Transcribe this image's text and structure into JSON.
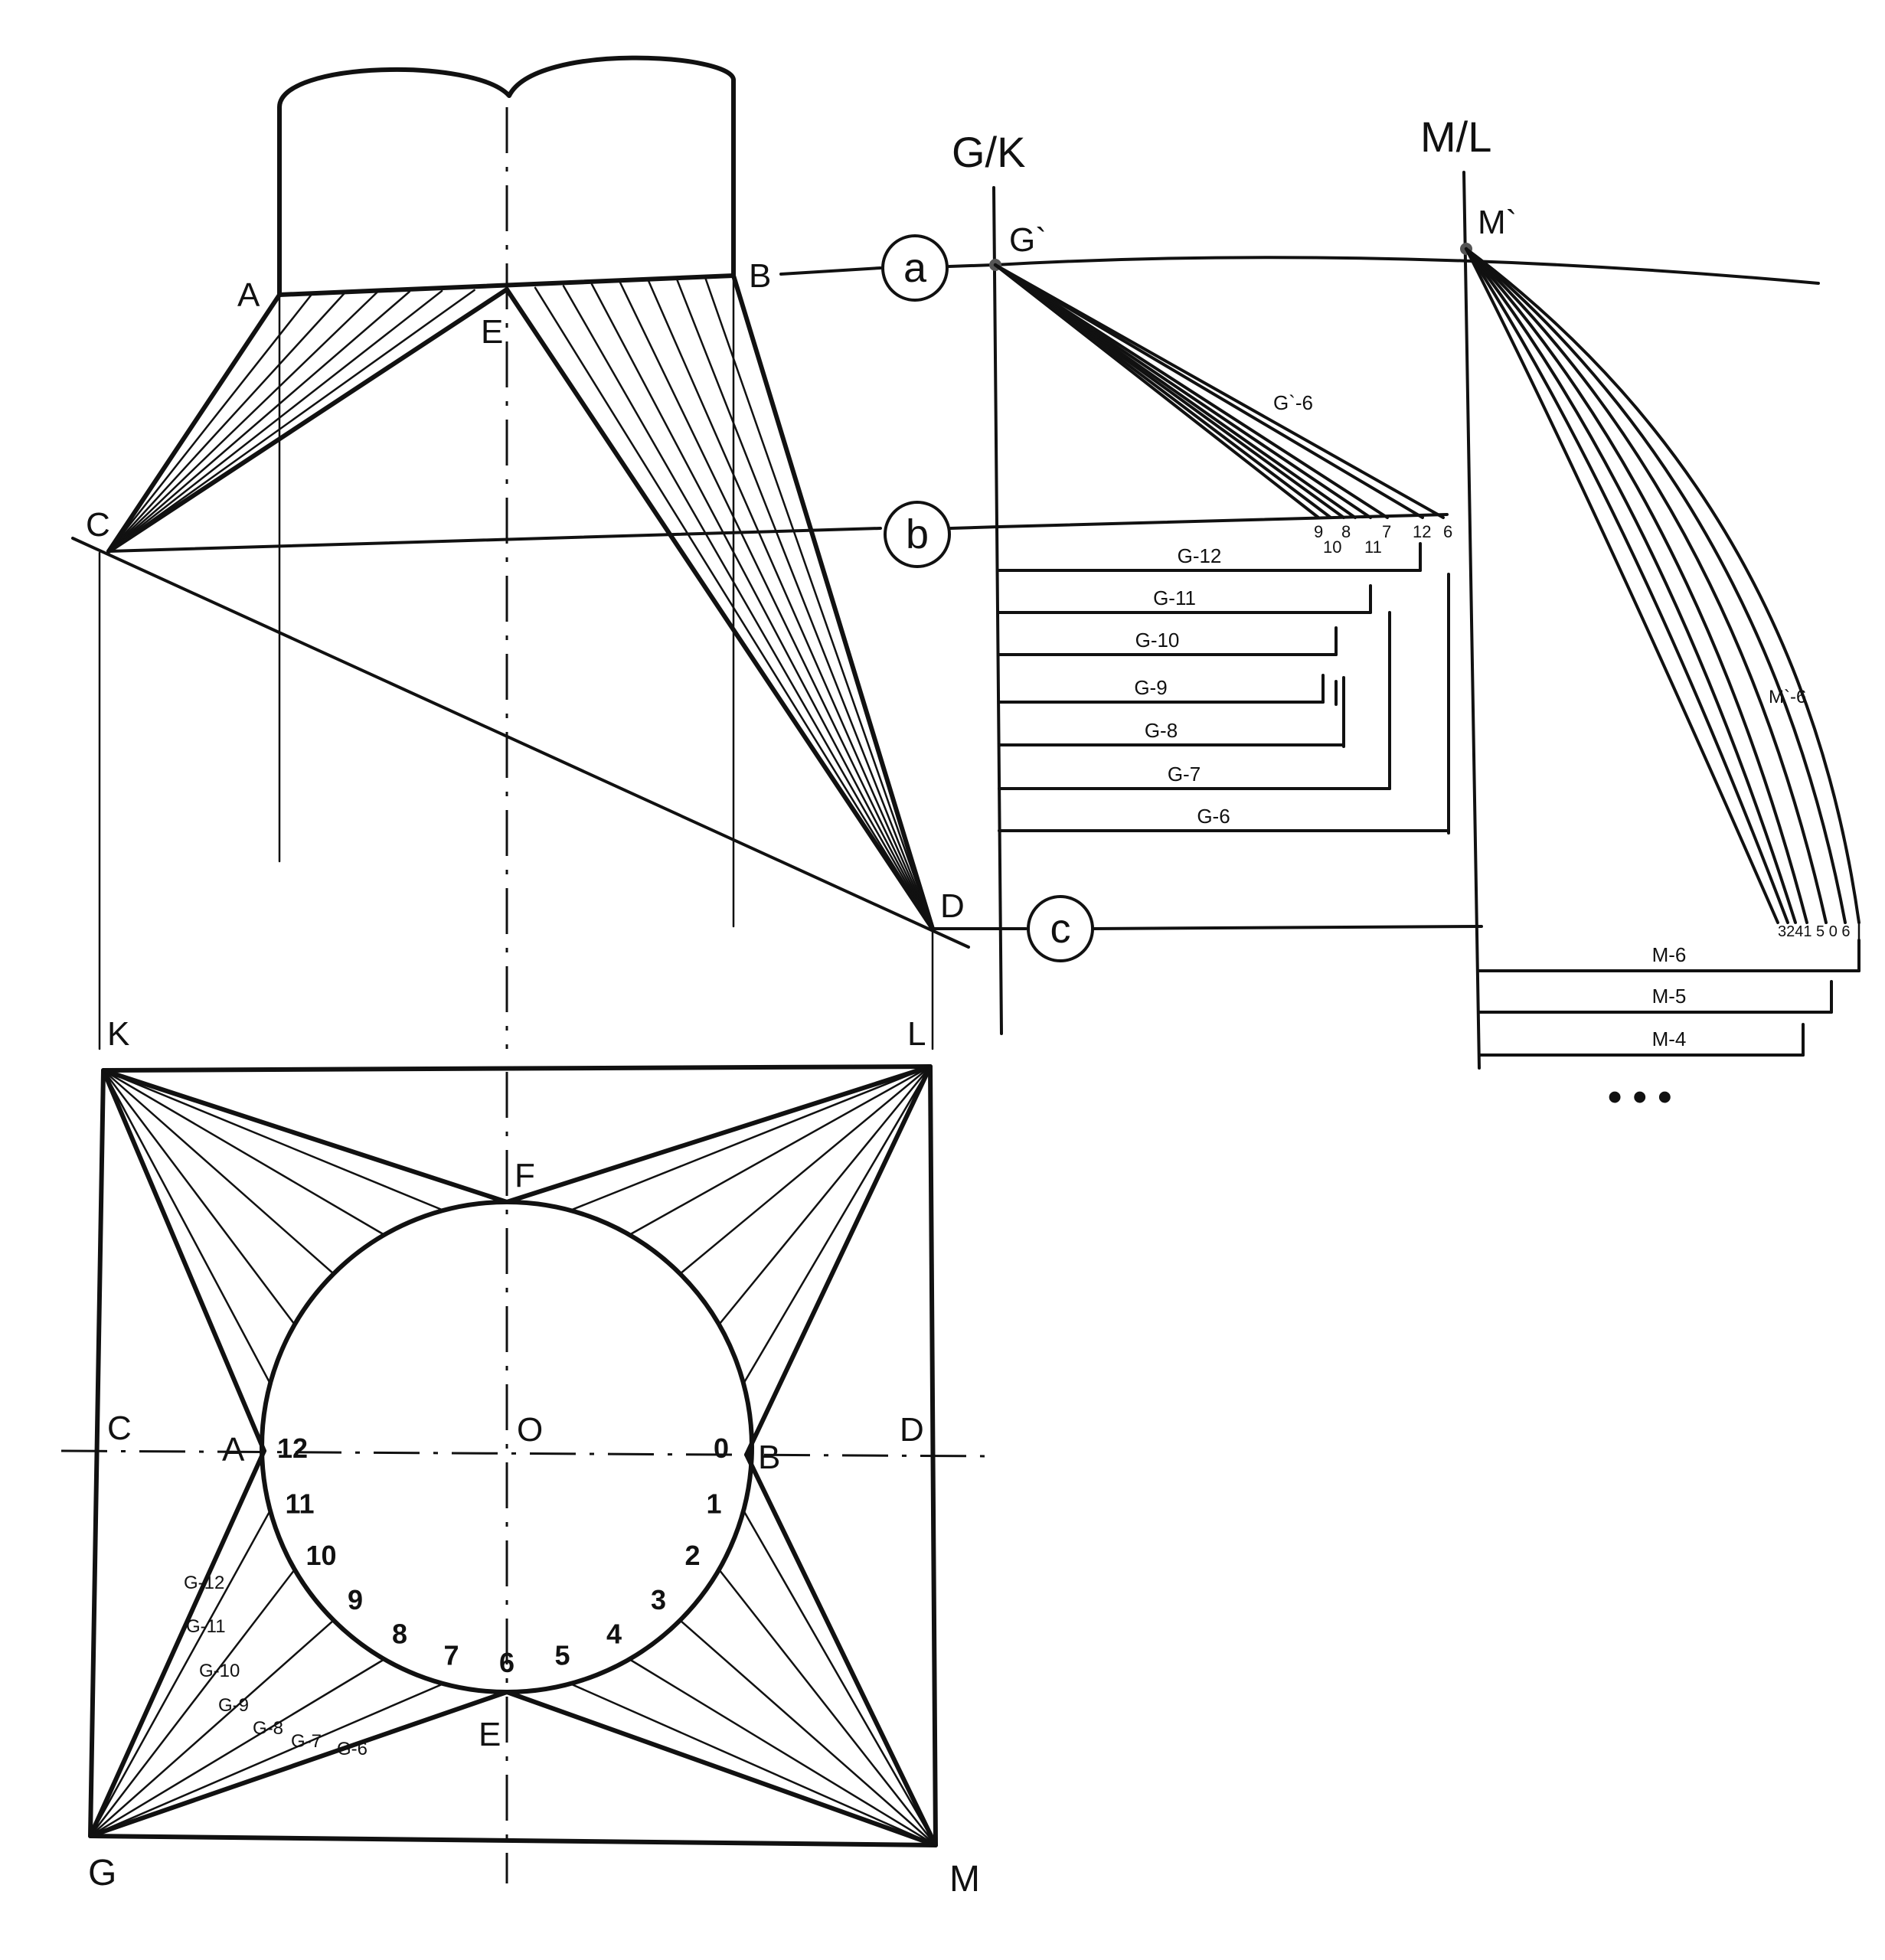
{
  "front_view": {
    "points": [
      "A",
      "B",
      "C",
      "D",
      "E",
      "K",
      "L"
    ]
  },
  "plan_view": {
    "points": [
      "C",
      "A",
      "O",
      "B",
      "D",
      "F",
      "E",
      "G",
      "M"
    ],
    "circle_numbers": [
      "0",
      "1",
      "2",
      "3",
      "4",
      "5",
      "6",
      "7",
      "8",
      "9",
      "10",
      "11",
      "12"
    ],
    "g_labels": [
      "G-12",
      "G-11",
      "G-10",
      "G-9",
      "G-8",
      "G-7",
      "G-6"
    ]
  },
  "section_markers": [
    "a",
    "b",
    "c"
  ],
  "true_length_gk": {
    "title": "G/K",
    "apex": "G`",
    "slant_label": "G`-6",
    "tick_labels_top": [
      "9",
      "8",
      "7",
      "12",
      "6"
    ],
    "tick_labels_bottom": [
      "10",
      "11"
    ],
    "bars": [
      "G-12",
      "G-11",
      "G-10",
      "G-9",
      "G-8",
      "G-7",
      "G-6"
    ]
  },
  "true_length_ml": {
    "title": "M/L",
    "apex": "M`",
    "slant_label": "M`-6",
    "tick_labels": "3241 5 0 6",
    "bars": [
      "M-6",
      "M-5",
      "M-4"
    ],
    "continuation": "• • •"
  }
}
